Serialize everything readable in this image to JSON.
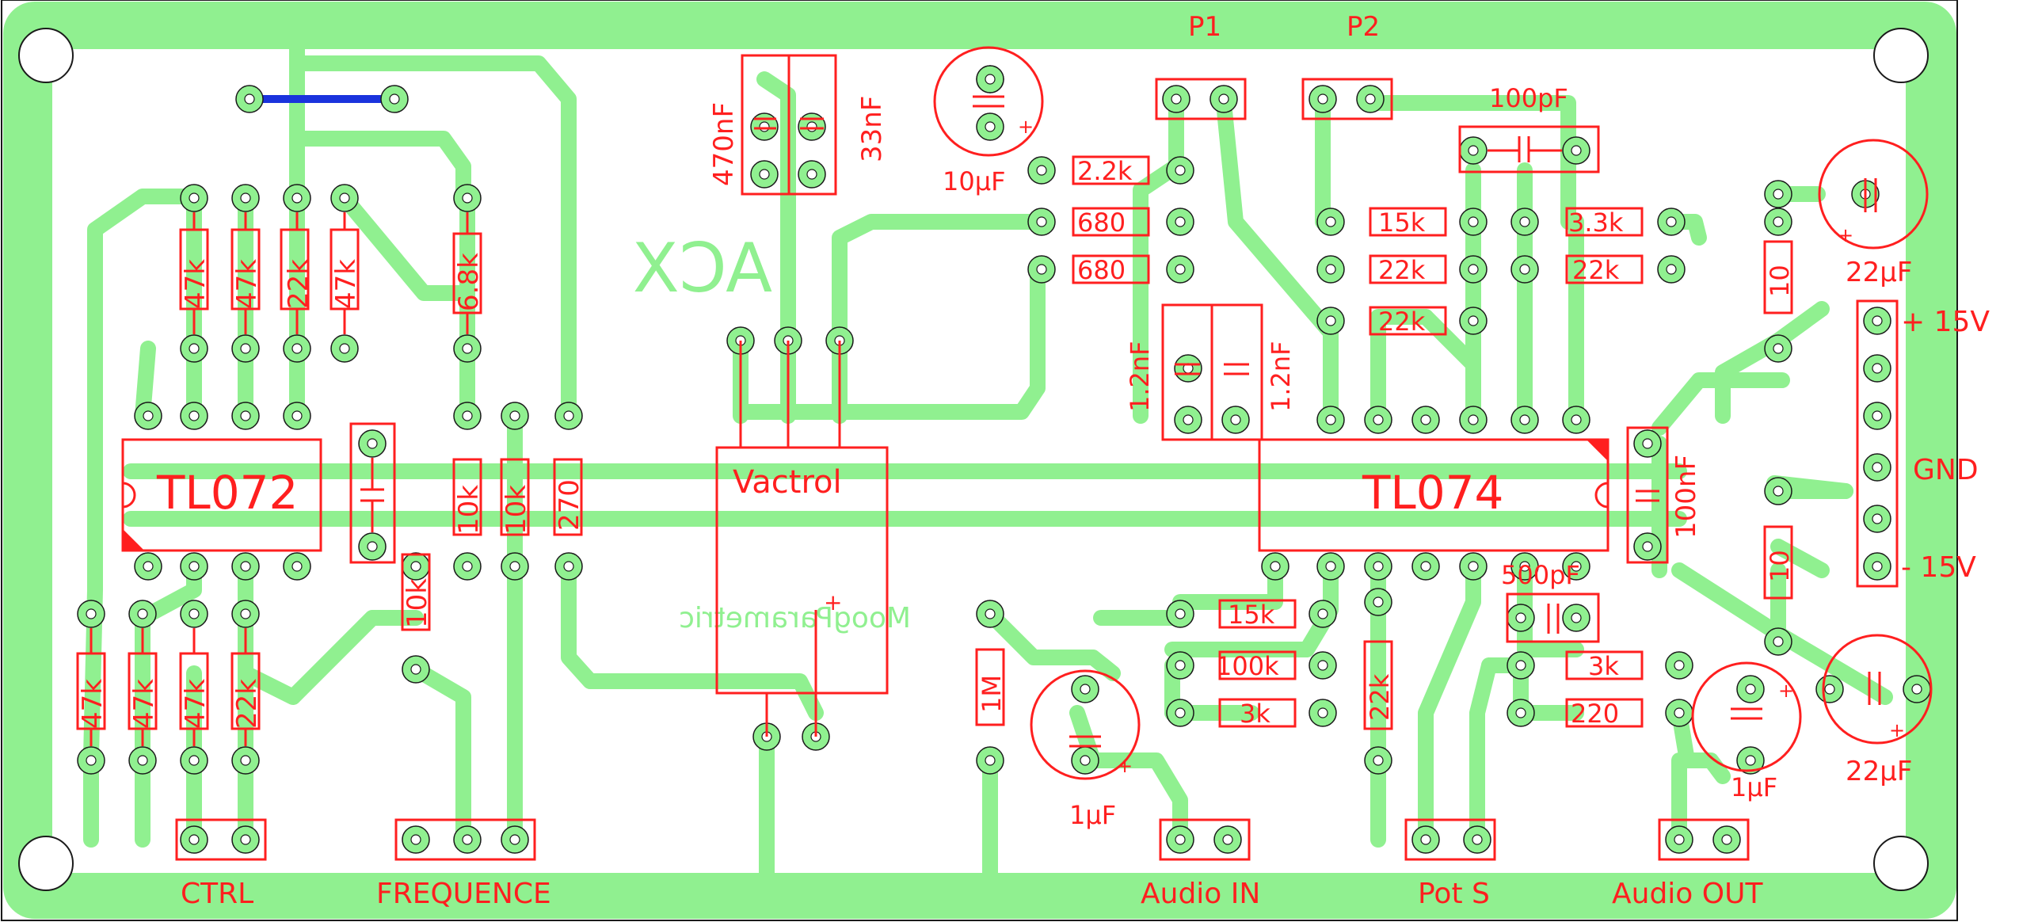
{
  "colors": {
    "background": "#ffffff",
    "copper": "#90f090",
    "copper_edge": "#1a1a1a",
    "silkscreen": "#ff1f1f",
    "jumper": "#1a33dd",
    "ghost_text": "#90f090"
  },
  "ghost_text": {
    "logo": "ACX",
    "project": "MoogParametric"
  },
  "ics": [
    {
      "id": "u1",
      "label": "TL072"
    },
    {
      "id": "u2",
      "label": "TL074"
    },
    {
      "id": "u3",
      "label": "Vactrol"
    }
  ],
  "resistors": {
    "r47k_a": "47k",
    "r47k_b": "47k",
    "r22k_a": "22k",
    "r47k_c": "47k",
    "r6k8": "6.8k",
    "r10k_a": "10k",
    "r10k_b": "10k",
    "r270": "270",
    "r10k_c": "10k",
    "r47k_d": "47k",
    "r47k_e": "47k",
    "r47k_f": "47k",
    "r22k_b": "22k",
    "r2k2": "2.2k",
    "r680_a": "680",
    "r680_b": "680",
    "r15k_a": "15k",
    "r22k_c": "22k",
    "r22k_d": "22k",
    "r3k3": "3.3k",
    "r22k_e": "22k",
    "r10_a": "10",
    "r10_b": "10",
    "r15k_b": "15k",
    "r100k": "100k",
    "r3k_a": "3k",
    "r1m": "1M",
    "r22k_f": "22k",
    "r3k_b": "3k",
    "r220": "220"
  },
  "capacitors": {
    "c470n": "470nF",
    "c33n": "33nF",
    "c10u": "10µF",
    "c100p": "100pF",
    "c22u_a": "22µF",
    "c1n2_a": "1.2nF",
    "c1n2_b": "1.2nF",
    "c100n": "100nF",
    "c500p": "500pF",
    "c1u_a": "1µF",
    "c1u_b": "1µF",
    "c22u_b": "22µF"
  },
  "connectors": {
    "p1": "P1",
    "p2": "P2",
    "ctrl": "CTRL",
    "frequence": "FREQUENCE",
    "audio_in": "Audio IN",
    "pot_s": "Pot S",
    "audio_out": "Audio OUT"
  },
  "power": {
    "plus15": "+ 15V",
    "gnd": "GND",
    "minus15": "- 15V"
  }
}
